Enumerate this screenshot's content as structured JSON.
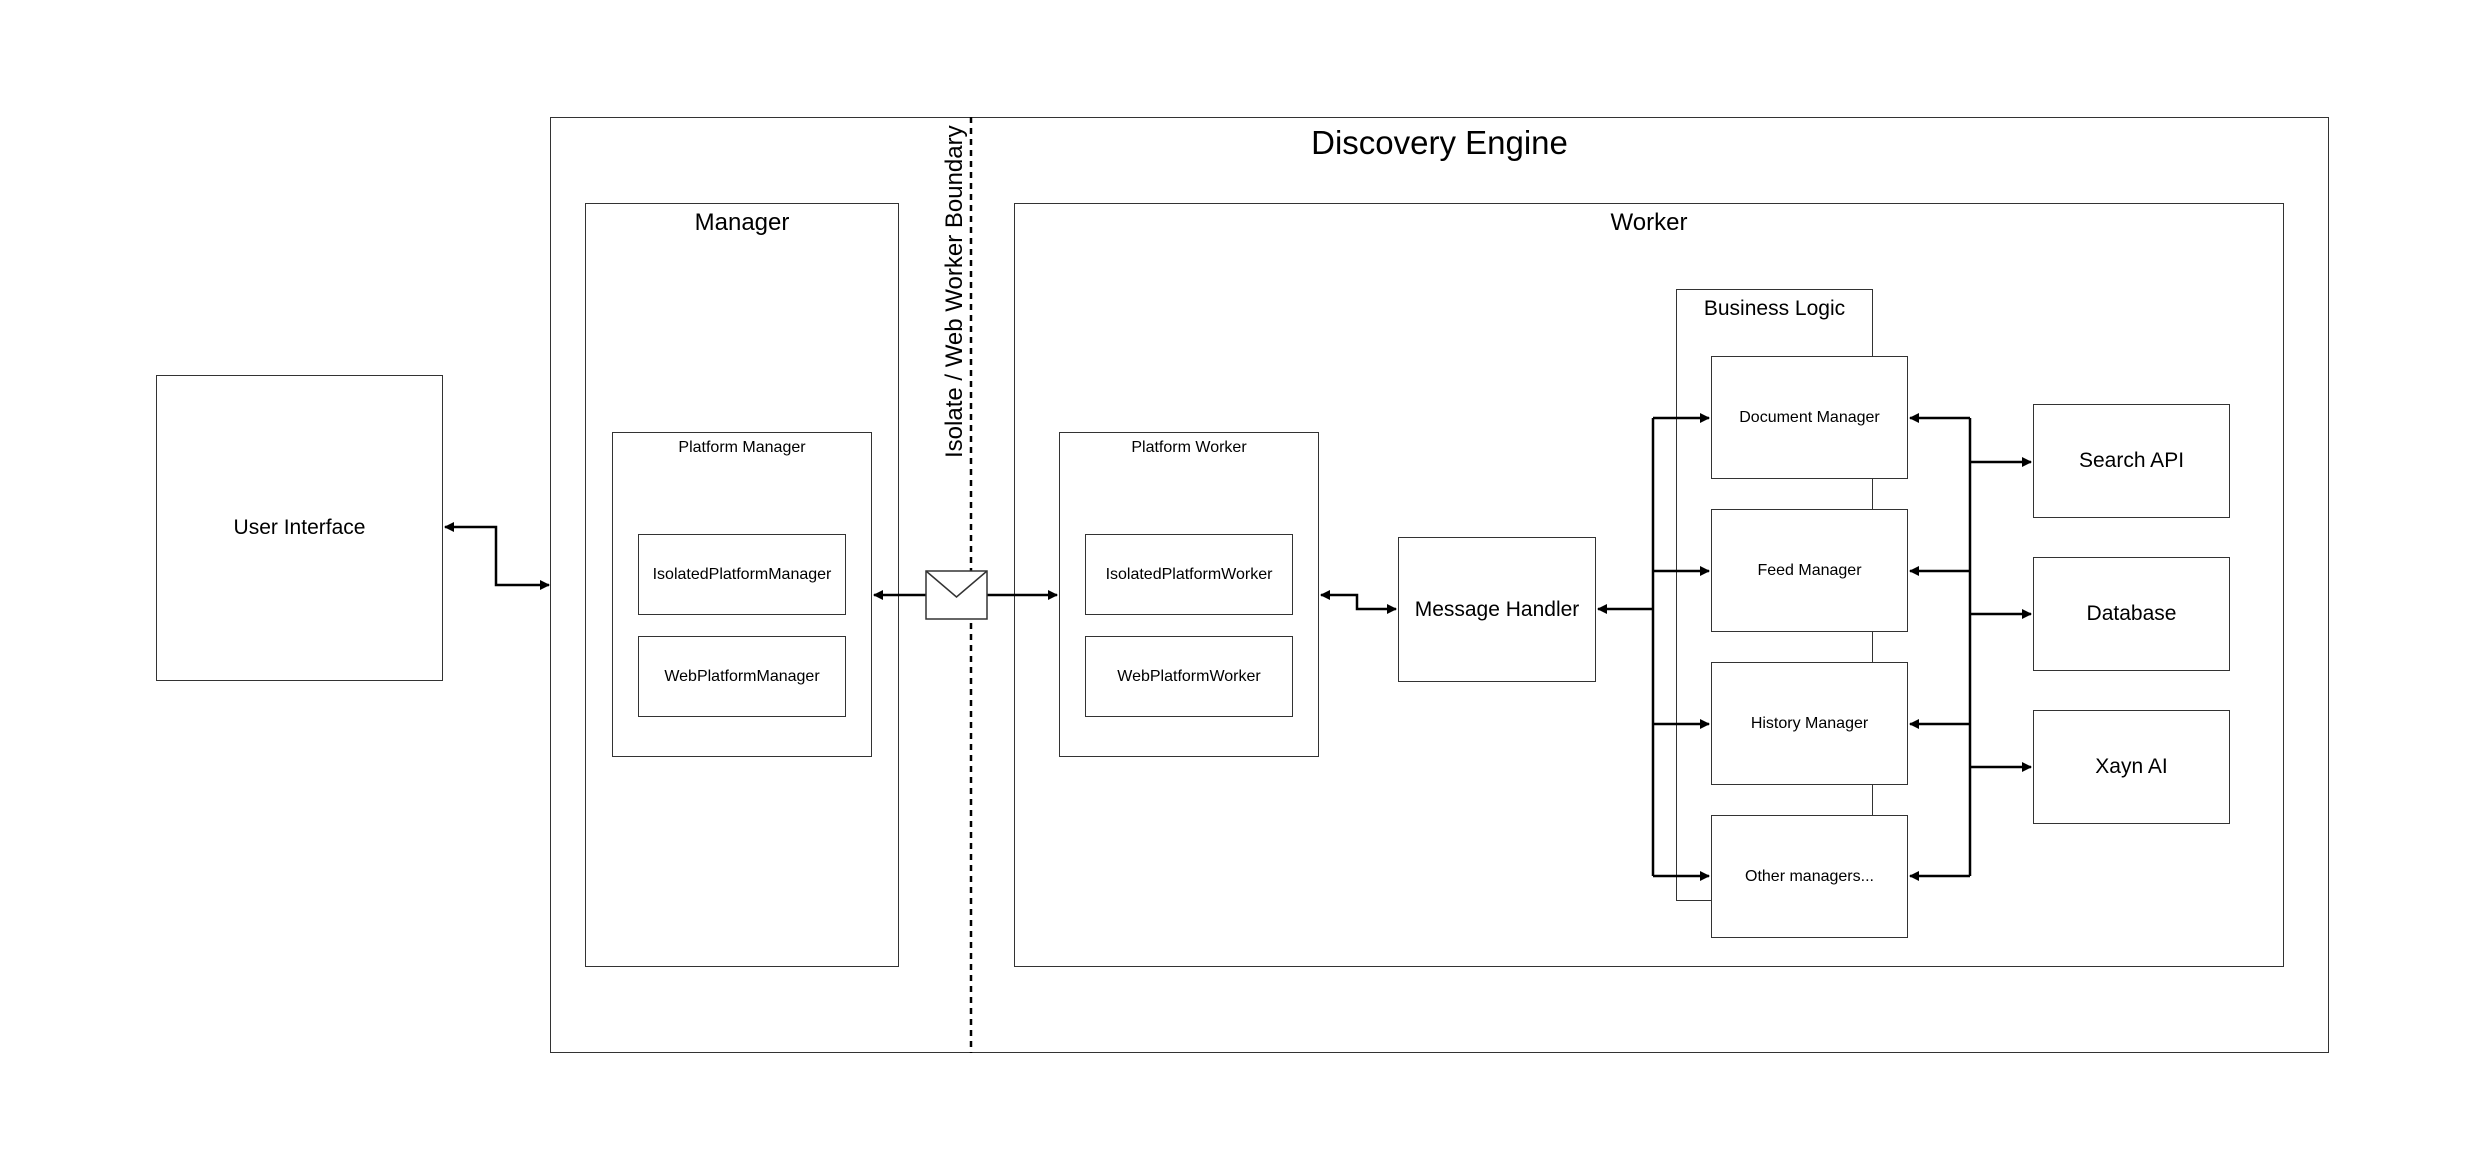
{
  "user_interface": "User Interface",
  "discovery_engine": "Discovery Engine",
  "boundary_label": "Isolate / Web Worker Boundary",
  "manager": {
    "title": "Manager",
    "platform_manager": {
      "title": "Platform Manager",
      "isolated": "IsolatedPlatformManager",
      "web": "WebPlatformManager"
    }
  },
  "worker": {
    "title": "Worker",
    "platform_worker": {
      "title": "Platform Worker",
      "isolated": "IsolatedPlatformWorker",
      "web": "WebPlatformWorker"
    },
    "message_handler": "Message Handler",
    "business_logic": {
      "title": "Business Logic",
      "managers": [
        "Document Manager",
        "Feed Manager",
        "History Manager",
        "Other managers..."
      ]
    },
    "externals": [
      "Search API",
      "Database",
      "Xayn AI"
    ]
  },
  "icons": {
    "message": "envelope-icon"
  }
}
